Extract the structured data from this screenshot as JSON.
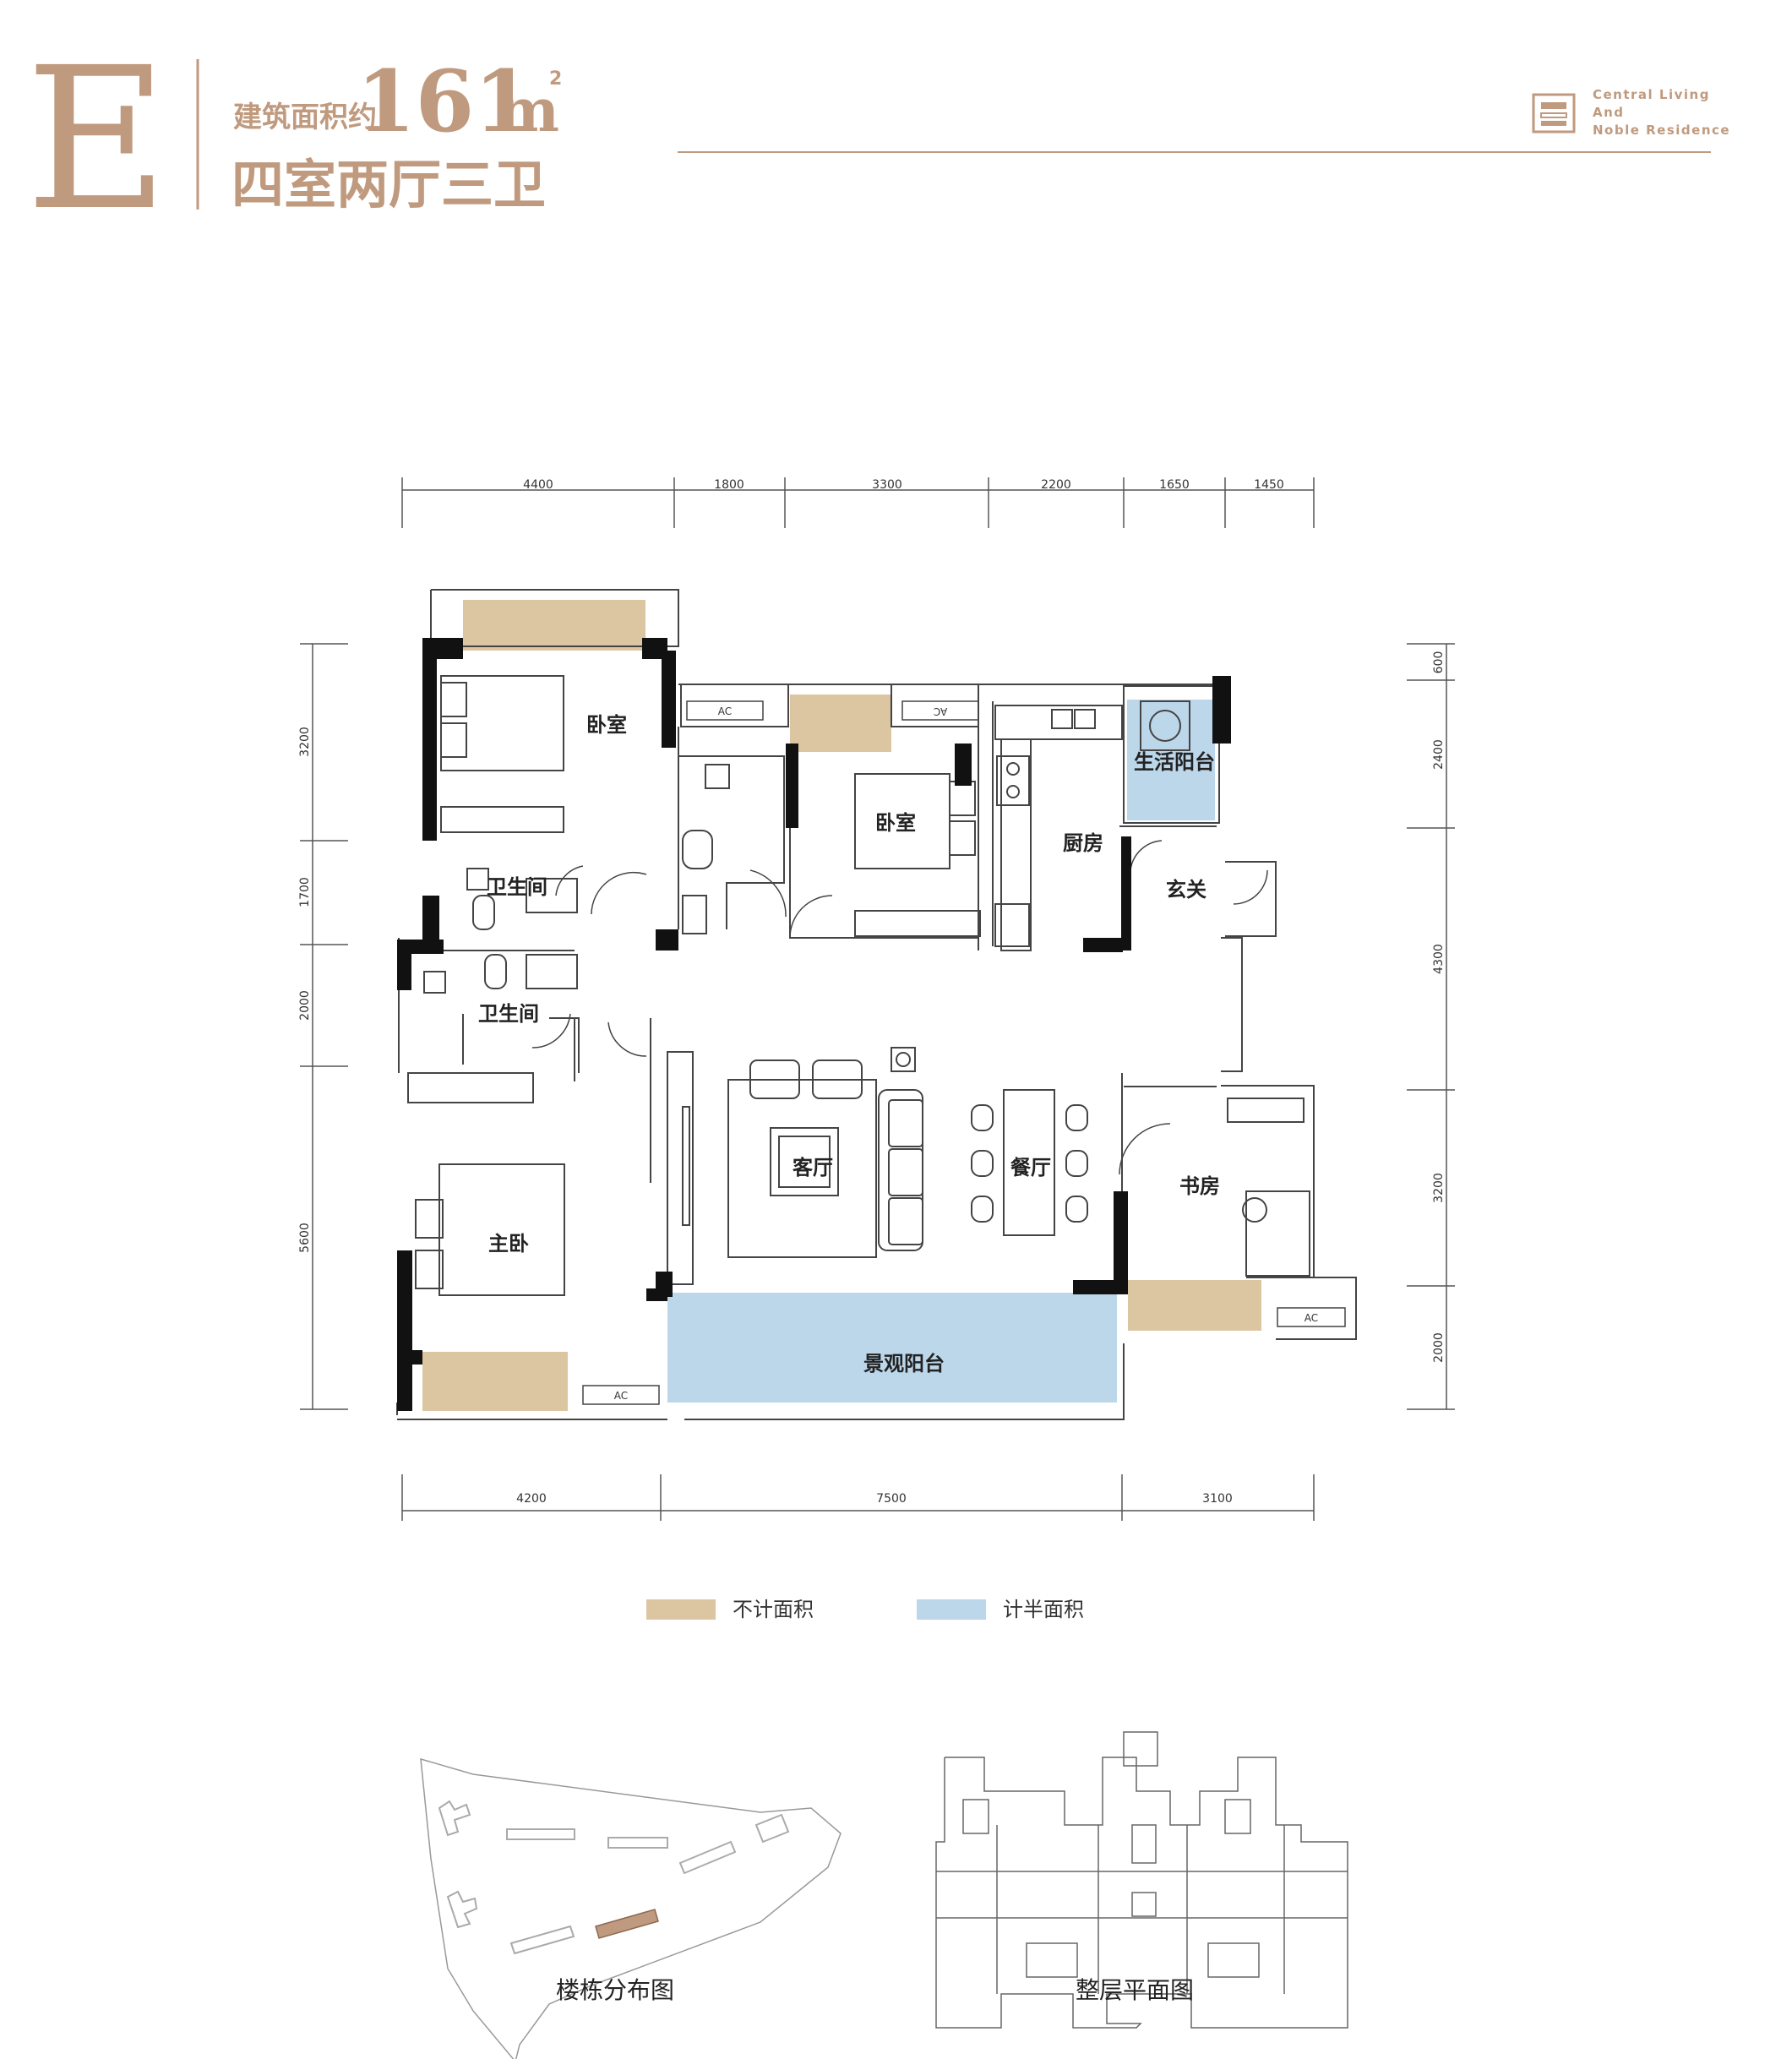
{
  "header": {
    "unit_letter": "E",
    "area_prefix": "建筑面积约",
    "area_value": "161",
    "area_unit": "m",
    "area_sup": "2",
    "layout": "四室两厅三卫",
    "brand_lines": [
      "Central Living",
      "And",
      "Noble Residence"
    ]
  },
  "dimensions": {
    "top": [
      "4400",
      "1800",
      "3300",
      "2200",
      "1650",
      "1450"
    ],
    "bottom": [
      "4200",
      "7500",
      "3100"
    ],
    "left": [
      "3200",
      "1700",
      "2000",
      "5600"
    ],
    "right": [
      "600",
      "2400",
      "4300",
      "3200",
      "2000"
    ]
  },
  "rooms": {
    "bedroom_nw": "卧室",
    "bedroom_n": "卧室",
    "kitchen": "厨房",
    "utility_balcony": "生活阳台",
    "entrance": "玄关",
    "bath_1": "卫生间",
    "bath_2": "卫生间",
    "living": "客厅",
    "dining": "餐厅",
    "study": "书房",
    "master": "主卧",
    "view_balcony": "景观阳台"
  },
  "ac_label": "AC",
  "legend": [
    {
      "label": "不计面积",
      "color": "#dcc6a2"
    },
    {
      "label": "计半面积",
      "color": "#bcd6ea"
    }
  ],
  "captions": {
    "site": "楼栋分布图",
    "floor": "整层平面图"
  },
  "colors": {
    "accent": "#c09a7e",
    "wall": "#111111",
    "not_counted": "#dcc6a2",
    "half_counted": "#bcd6ea"
  }
}
